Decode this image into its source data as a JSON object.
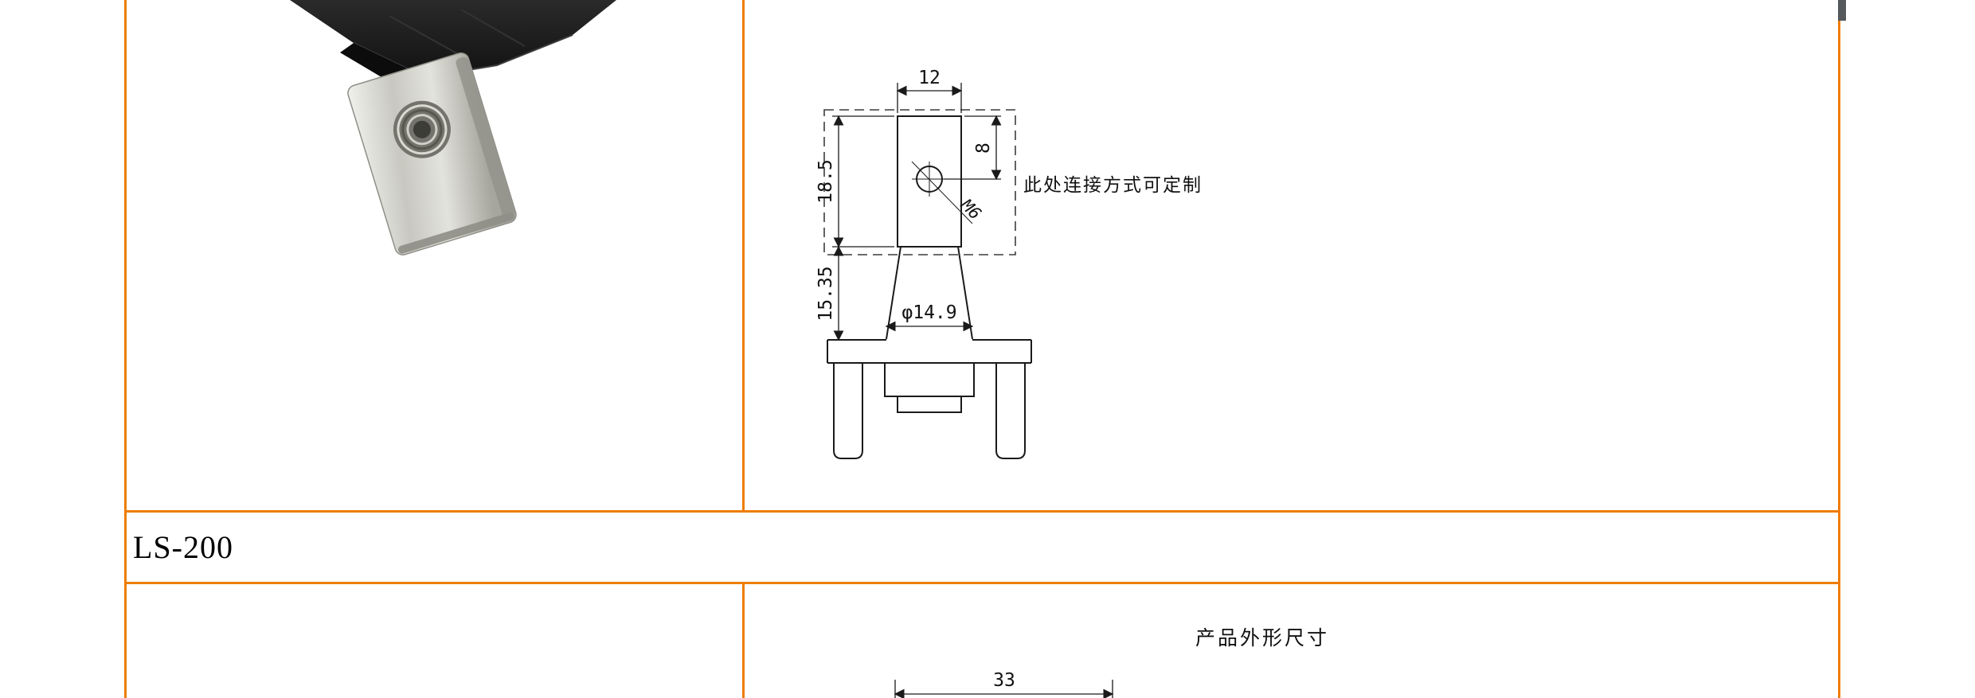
{
  "colors": {
    "table_border": "#ee7d00"
  },
  "model_row": {
    "label": "LS-200"
  },
  "drawing": {
    "dim_width_top": "12",
    "dim_hole_offset": "8",
    "dim_body_height": "18.5",
    "dim_neck_height": "15.35",
    "dim_diameter": "φ14.9",
    "thread_label": "M6",
    "customize_note": "此处连接方式可定制"
  },
  "section2": {
    "title": "产品外形尺寸",
    "dim_width": "33"
  }
}
